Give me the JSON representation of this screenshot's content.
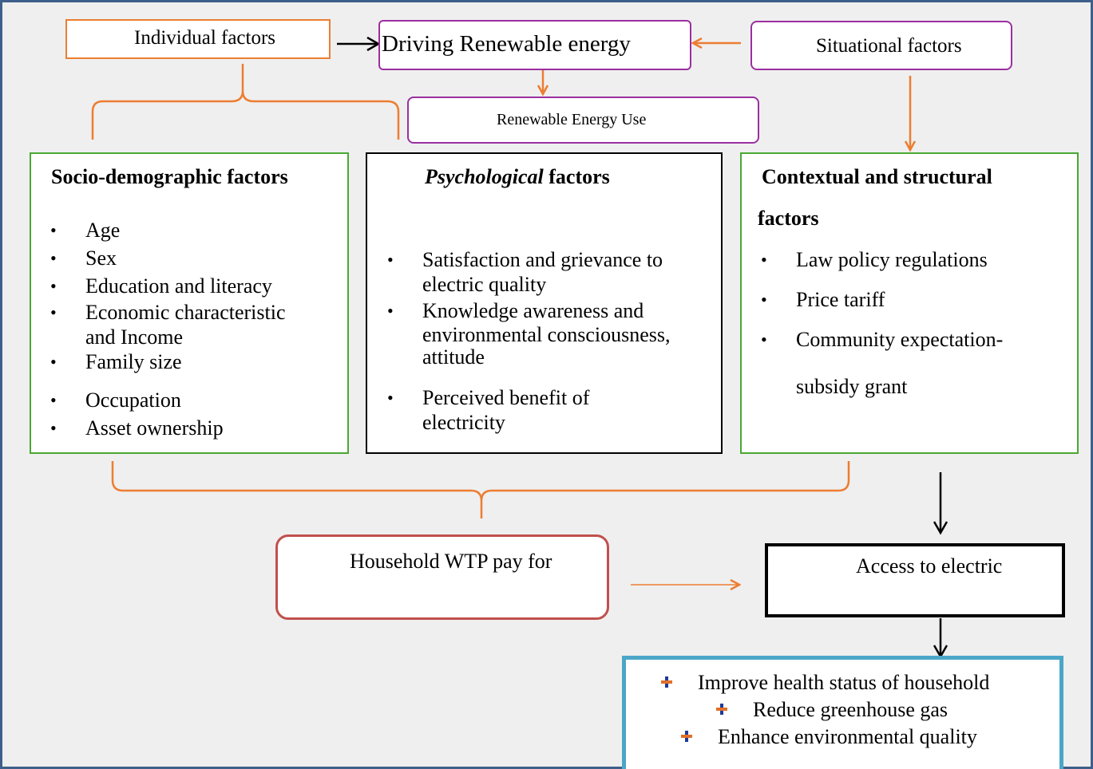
{
  "individual_factors": "Individual factors",
  "driving_renewable": "Driving Renewable energy",
  "situational_factors": "Situational factors",
  "renewable_use": "Renewable  Energy Use",
  "socio": {
    "title": "Socio-demographic factors",
    "items": [
      "Age",
      "Sex",
      "Education and literacy",
      "Economic characteristic",
      "and Income",
      "Family size",
      "Occupation",
      "Asset ownership"
    ]
  },
  "psych": {
    "title_italic": "Psychological",
    "title_rest": " factors",
    "items": [
      "Satisfaction and grievance to",
      "electric quality",
      "Knowledge awareness and",
      "environmental consciousness,",
      "attitude",
      "Perceived benefit of",
      "electricity"
    ]
  },
  "context": {
    "title_line1": "Contextual and structural",
    "title_line2": "factors",
    "items": [
      "Law policy regulations",
      "Price tariff",
      "Community expectation-",
      "subsidy grant"
    ]
  },
  "household_wtp": "Household WTP pay for",
  "access_electric": "Access to electric",
  "outcomes": [
    "Improve health status of household",
    "Reduce greenhouse gas",
    "Enhance environmental quality"
  ],
  "colors": {
    "orange": "#ed7d31",
    "purple": "#9b2fa0",
    "green": "#4aa832",
    "red": "#c0504d",
    "teal": "#4ba6c8",
    "frame": "#3d5f8a"
  }
}
